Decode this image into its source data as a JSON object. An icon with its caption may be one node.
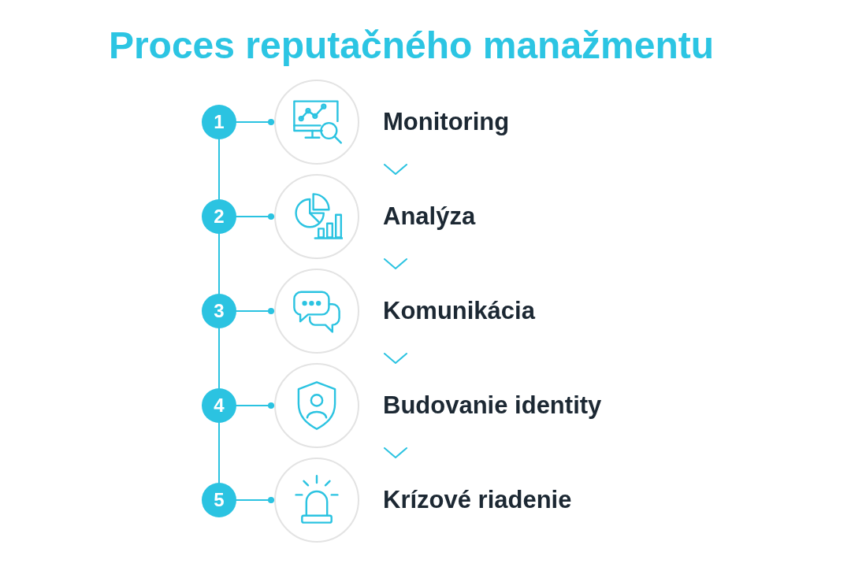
{
  "diagram": {
    "title": "Proces reputačného manažmentu",
    "nodes": [
      {
        "text": [
          "1"
        ]
      },
      {
        "text": [
          "Monitoring"
        ]
      },
      {
        "text": [
          "2"
        ]
      },
      {
        "text": [
          "Analýza"
        ]
      },
      {
        "text": [
          "3"
        ]
      },
      {
        "text": [
          "Komunikácia"
        ]
      },
      {
        "text": [
          "4"
        ]
      },
      {
        "text": [
          "Budovanie identity"
        ]
      },
      {
        "text": [
          "5"
        ]
      },
      {
        "text": [
          "Krízové riadenie"
        ]
      }
    ],
    "edges": [
      {
        "from": 0,
        "to": 1,
        "arrow": "other"
      },
      {
        "from": 2,
        "to": 3,
        "arrow": "other"
      },
      {
        "from": 4,
        "to": 5,
        "arrow": "other"
      },
      {
        "from": 6,
        "to": 7,
        "arrow": "other"
      },
      {
        "from": 8,
        "to": 9,
        "arrow": "other"
      },
      {
        "from": 0,
        "to": 2,
        "arrow": "none"
      },
      {
        "from": 2,
        "to": 4,
        "arrow": "none"
      },
      {
        "from": 4,
        "to": 6,
        "arrow": "none"
      },
      {
        "from": 6,
        "to": 8,
        "arrow": "none"
      },
      {
        "from": 1,
        "to": 3,
        "arrow": "to"
      },
      {
        "from": 3,
        "to": 5,
        "arrow": "to"
      },
      {
        "from": 5,
        "to": 7,
        "arrow": "to"
      },
      {
        "from": 7,
        "to": 9,
        "arrow": "to"
      }
    ]
  }
}
